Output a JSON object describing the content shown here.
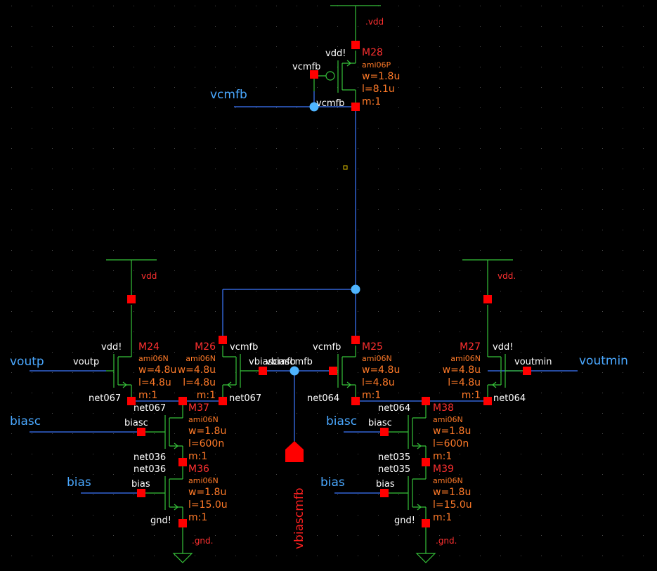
{
  "colors": {
    "background": "#000000",
    "wire": "#3c78ff",
    "device": "#36c23a",
    "instance": "#ff3030",
    "param": "#ff7a28",
    "net_text": "#ffffff",
    "pin_label": "#4aa8ff",
    "terminal": "#ff0000",
    "junction": "#4fb5ff",
    "grid": "#4a4a4a"
  },
  "supplies": {
    "vdd_top": ".vdd",
    "vdd_left": "vdd",
    "vdd_right": "vdd.",
    "gnd_left": ".gnd.",
    "gnd_right": ".gnd."
  },
  "pins": {
    "vcmfb": "vcmfb",
    "voutp": "voutp",
    "voutmin": "voutmin",
    "biasc_left": "biasc",
    "biasc_right": "biasc",
    "bias_left": "bias",
    "bias_right": "bias",
    "vbiascmfb": "vbiascmfb"
  },
  "transistors": [
    {
      "key": "M28",
      "name": "M28",
      "model": "ami06P",
      "w": "w=1.8u",
      "l": "l=8.1u",
      "m": "m:1"
    },
    {
      "key": "M24",
      "name": "M24",
      "model": "ami06N",
      "w": "w=4.8u",
      "l": "l=4.8u",
      "m": "m:1"
    },
    {
      "key": "M26",
      "name": "M26",
      "model": "ami06N",
      "w": "w=4.8u",
      "l": "l=4.8u",
      "m": "m:1"
    },
    {
      "key": "M25",
      "name": "M25",
      "model": "ami06N",
      "w": "w=4.8u",
      "l": "l=4.8u",
      "m": "m:1"
    },
    {
      "key": "M27",
      "name": "M27",
      "model": "ami06N",
      "w": "w=4.8u",
      "l": "l=4.8u",
      "m": "m:1"
    },
    {
      "key": "M37",
      "name": "M37",
      "model": "ami06N",
      "w": "w=1.8u",
      "l": "l=600n",
      "m": "m:1"
    },
    {
      "key": "M36",
      "name": "M36",
      "model": "ami06N",
      "w": "w=1.8u",
      "l": "l=15.0u",
      "m": "m:1"
    },
    {
      "key": "M38",
      "name": "M38",
      "model": "ami06N",
      "w": "w=1.8u",
      "l": "l=600n",
      "m": "m:1"
    },
    {
      "key": "M39",
      "name": "M39",
      "model": "ami06N",
      "w": "w=1.8u",
      "l": "l=15.0u",
      "m": "m:1"
    }
  ],
  "net_labels": {
    "m28_s": "vdd!",
    "m28_g": "vcmfb",
    "m28_d": "vcmfb",
    "m24_s": "vdd!",
    "m24_g": "voutp",
    "m24_d": "net067",
    "m26_s": "vcmfb",
    "m26_g": "vbiascmfb",
    "m26_d": "net067",
    "m25_s": "vcmfb",
    "m25_g": "vbiascmfb",
    "m25_d": "net064",
    "m27_s": "vdd!",
    "m27_g": "voutmin",
    "m27_d": "net064",
    "m37_d": "net067",
    "m37_g": "biasc",
    "m37_s": "net036",
    "m36_d": "net036",
    "m36_g": "bias",
    "m36_s": "gnd!",
    "m38_d": "net064",
    "m38_g": "biasc",
    "m38_s": "net035",
    "m39_d": "net035",
    "m39_g": "bias",
    "m39_s": "gnd!"
  }
}
